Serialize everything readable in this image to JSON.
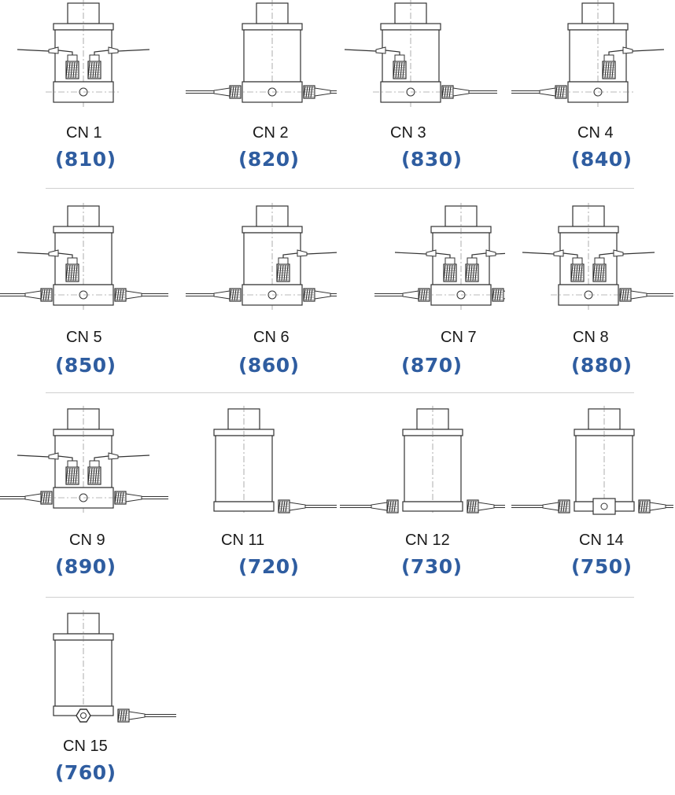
{
  "connectors": [
    {
      "name": "CN 1",
      "code": "(810)",
      "variant": "dual-top-fittings"
    },
    {
      "name": "CN 2",
      "code": "(820)",
      "variant": "side-cables-both"
    },
    {
      "name": "CN 3",
      "code": "(830)",
      "variant": "top-left-fitting-right-cable"
    },
    {
      "name": "CN 4",
      "code": "(840)",
      "variant": "top-right-fitting-left-cable"
    },
    {
      "name": "CN 5",
      "code": "(850)",
      "variant": "top-left-fitting-both-cables"
    },
    {
      "name": "CN 6",
      "code": "(860)",
      "variant": "top-right-fitting-both-cables"
    },
    {
      "name": "CN 7",
      "code": "(870)",
      "variant": "dual-top-fittings-both-cables"
    },
    {
      "name": "CN 8",
      "code": "(880)",
      "variant": "dual-top-fittings-right-cable"
    },
    {
      "name": "CN 9",
      "code": "(890)",
      "variant": "dual-top-fittings-both-cables"
    },
    {
      "name": "CN 11",
      "code": "(720)",
      "variant": "plain-right-cable"
    },
    {
      "name": "CN 12",
      "code": "(730)",
      "variant": "plain-both-cables"
    },
    {
      "name": "CN 14",
      "code": "(750)",
      "variant": "plain-block-both-cables"
    },
    {
      "name": "CN 15",
      "code": "(760)",
      "variant": "hex-port-right-cable"
    }
  ],
  "colors": {
    "code_text": "#2f5da0",
    "name_text": "#1a1a1a",
    "line": "#333333",
    "divider": "#cfcfcf"
  }
}
